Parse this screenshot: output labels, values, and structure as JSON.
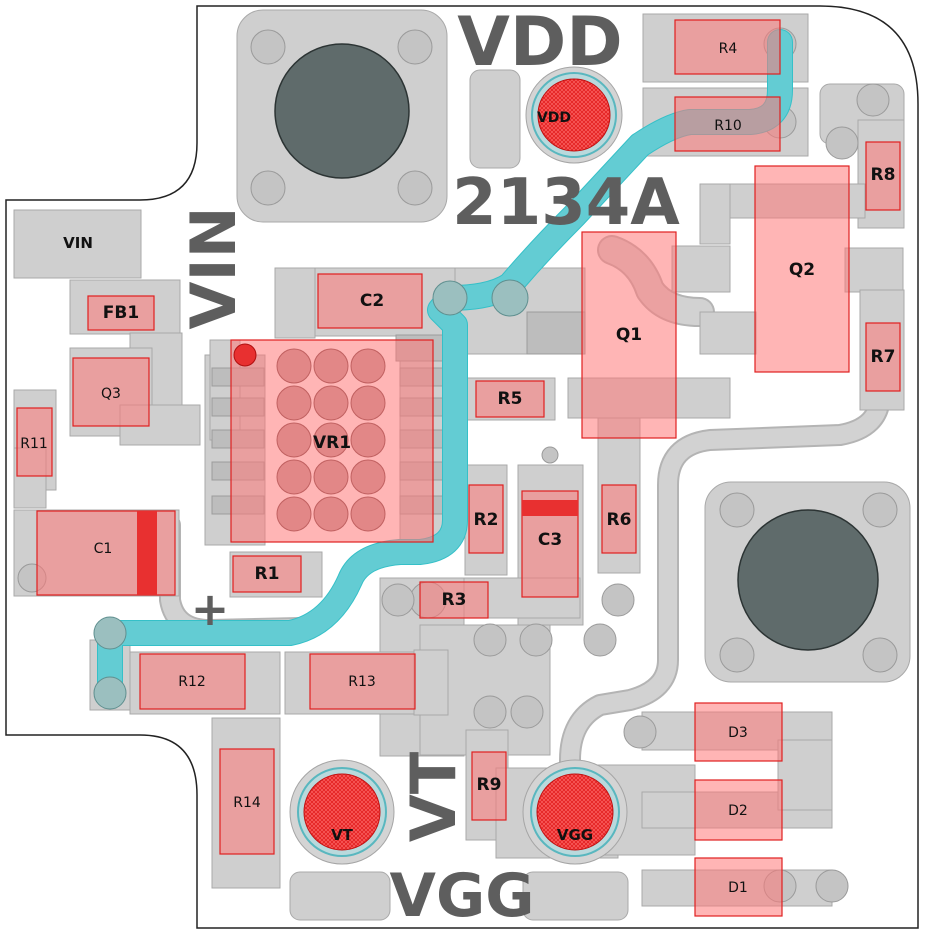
{
  "board": {
    "silkscreen": {
      "vdd": "VDD",
      "part_number": "2134A",
      "vin": "VIN",
      "vt": "VT",
      "vgg": "VGG",
      "plus": "+"
    },
    "pins": {
      "vdd": "VDD",
      "vt": "VT",
      "vgg": "VGG",
      "vin": "VIN"
    },
    "components": {
      "R4": "R4",
      "R10": "R10",
      "R8": "R8",
      "Q2": "Q2",
      "R7": "R7",
      "C2": "C2",
      "Q1": "Q1",
      "FB1": "FB1",
      "Q3": "Q3",
      "R11": "R11",
      "VR1": "VR1",
      "R5": "R5",
      "R2": "R2",
      "C3": "C3",
      "R6": "R6",
      "C1": "C1",
      "R1": "R1",
      "R3": "R3",
      "R12": "R12",
      "R13": "R13",
      "R14": "R14",
      "R9": "R9",
      "D3": "D3",
      "D2": "D2",
      "D1": "D1"
    },
    "colors": {
      "copper_pad": "#cfcfcf",
      "component_overlay": "#ff7878",
      "component_outline": "#e02020",
      "highlighted_trace": "#35c0c8",
      "mounting_hole": "#5f6b6b",
      "test_point": "#e02020",
      "silkscreen": "#5e5e5e"
    }
  }
}
